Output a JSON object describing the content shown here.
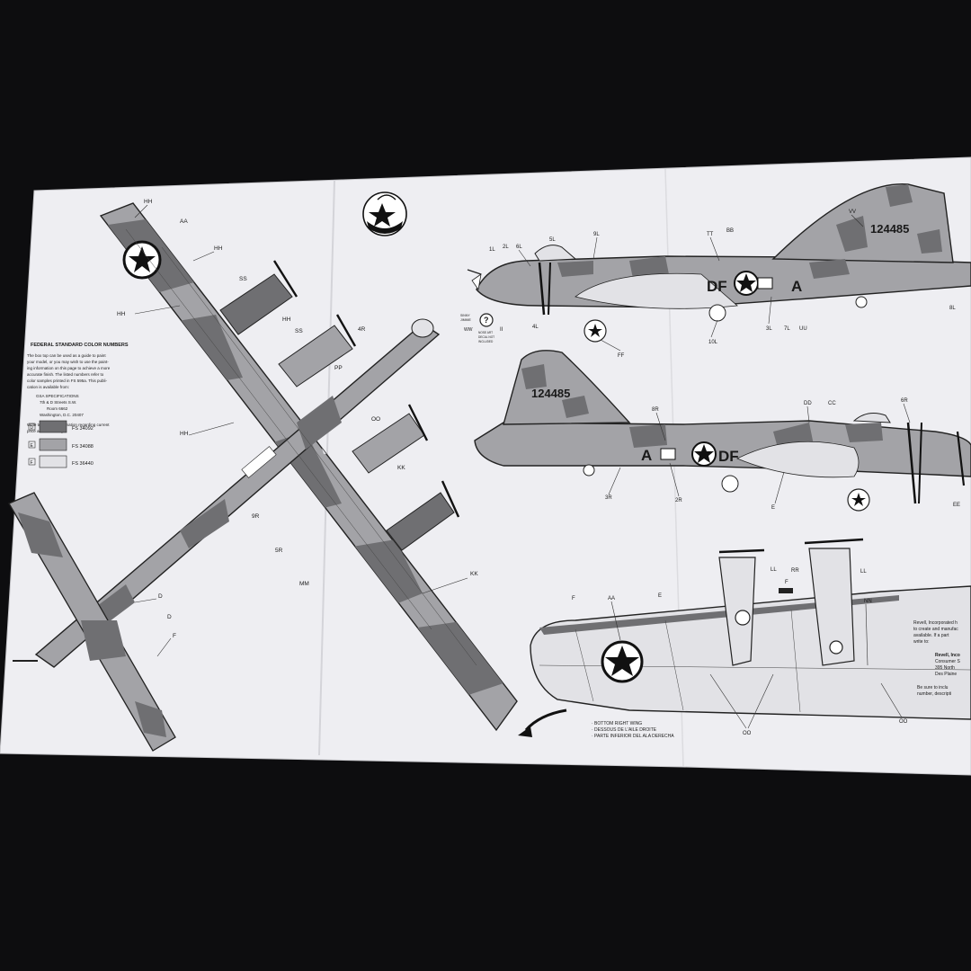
{
  "color_table": {
    "heading": "FEDERAL STANDARD COLOR NUMBERS",
    "intro": [
      "The box top can be used as a guide to paint",
      "your model, or you may wish to use the paint-",
      "ing information on this page to achieve a more",
      "accurate finish. The listed numbers refer to",
      "color samples printed in FS 595a. This publi-",
      "cation is available from:"
    ],
    "address": [
      "GSA SPECIFICATIONS",
      "7th & D Streets S.W.",
      "Room 6662",
      "Washington, D.C. 20407"
    ],
    "outro": [
      "Write to GSA for information regarding current",
      "price and availability."
    ],
    "rows": [
      {
        "key": "D",
        "code": "FS 34092",
        "swatch": "#6f6f72"
      },
      {
        "key": "E",
        "code": "FS 34088",
        "swatch": "#a3a3a7"
      },
      {
        "key": "F",
        "code": "FS 36440",
        "swatch": "#e2e2e6"
      }
    ]
  },
  "markings": {
    "serial": "124485",
    "code_left": "DF",
    "code_right": "A"
  },
  "side_note": {
    "lines": [
      "SINNY",
      "JIMMIE",
      "WW",
      "NOSE ART",
      "DECAL NOT",
      "INCLUDED"
    ]
  },
  "callouts": {
    "top_view": [
      "HH",
      "AA",
      "HH",
      "SS",
      "HH",
      "HH",
      "SS",
      "4R",
      "PP",
      "OO",
      "HH",
      "KK",
      "9R",
      "5R",
      "MM",
      "KK",
      "D",
      "D",
      "F"
    ],
    "side_upper": [
      "9L",
      "6L",
      "2L",
      "1L",
      "5L",
      "4L",
      "TT",
      "BB",
      "VV",
      "3L",
      "7L",
      "UU",
      "10L",
      "FF",
      "8L",
      "II"
    ],
    "side_lower": [
      "8R",
      "DD",
      "CC",
      "6R",
      "3R",
      "2R",
      "E",
      "EE"
    ],
    "wing": [
      "F",
      "AA",
      "E",
      "LL",
      "RR",
      "F",
      "LL",
      "NN",
      "OO",
      "OO"
    ]
  },
  "caption": {
    "lines": [
      "· BOTTOM RIGHT WING",
      "· DESSOUS DE L'AILE DROITE",
      "· PARTE INFERIOR DEL ALA DERECHA"
    ]
  },
  "revell_note": {
    "lines": [
      "Revell, Incorporated h",
      "to create and manufac",
      "available. If a part",
      "write to:",
      "",
      "Revell, Inco",
      "Consumer S",
      "395 North",
      "Des Plaine",
      "",
      "Be sure to inclu",
      "number, descripti"
    ]
  },
  "colors": {
    "paper": "#eeeef2",
    "camo_dark": "#6f6f72",
    "camo_mid": "#a3a3a7",
    "camo_light": "#e2e2e6",
    "ink": "#1a1a1a",
    "background": "#0d0d0f"
  }
}
